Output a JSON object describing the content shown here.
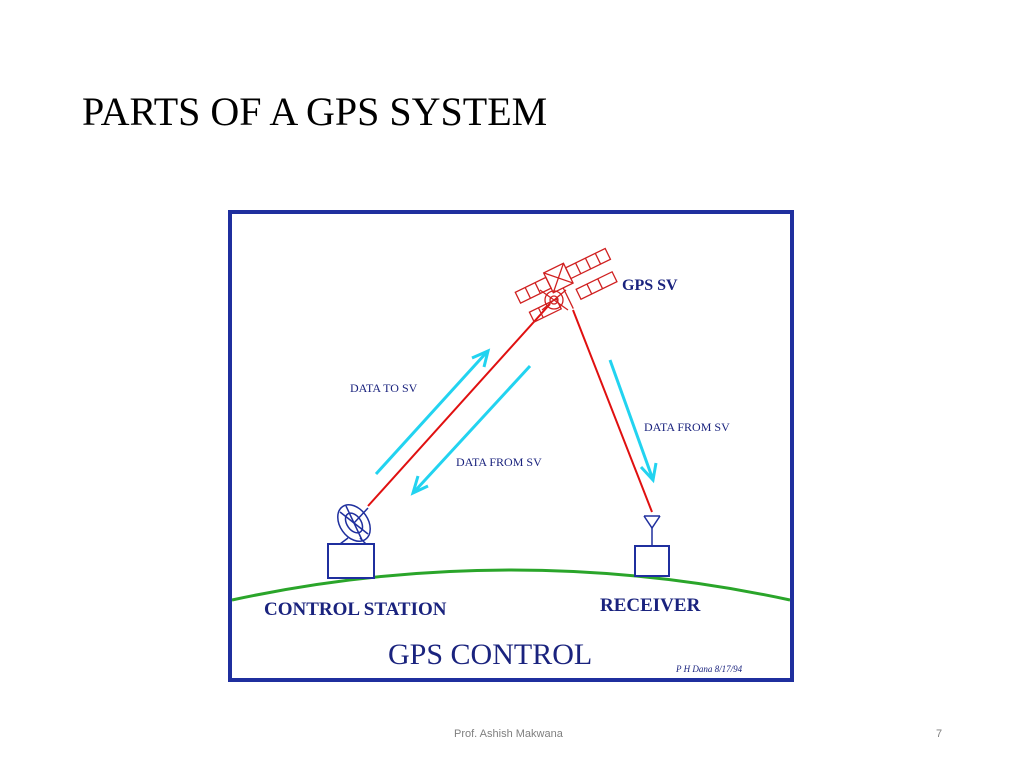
{
  "slide": {
    "title": "PARTS OF A GPS SYSTEM",
    "footer_author": "Prof. Ashish Makwana",
    "page_number": "7"
  },
  "diagram": {
    "labels": {
      "satellite": "GPS SV",
      "data_to_sv": "DATA TO SV",
      "data_from_sv_left": "DATA FROM SV",
      "data_from_sv_right": "DATA FROM SV",
      "control_station": "CONTROL STATION",
      "receiver": "RECEIVER",
      "gps_control": "GPS CONTROL",
      "credit": "P H Dana 8/17/94"
    },
    "colors": {
      "frame": "#1f2f9e",
      "signal": "#e01010",
      "data_arrow": "#22d3f0",
      "ground": "#2aa52a",
      "equipment": "#1f2f9e",
      "satellite": "#d02020",
      "text": "#1a237e"
    },
    "icons": [
      "satellite-icon",
      "dish-antenna-icon",
      "receiver-antenna-icon"
    ]
  }
}
